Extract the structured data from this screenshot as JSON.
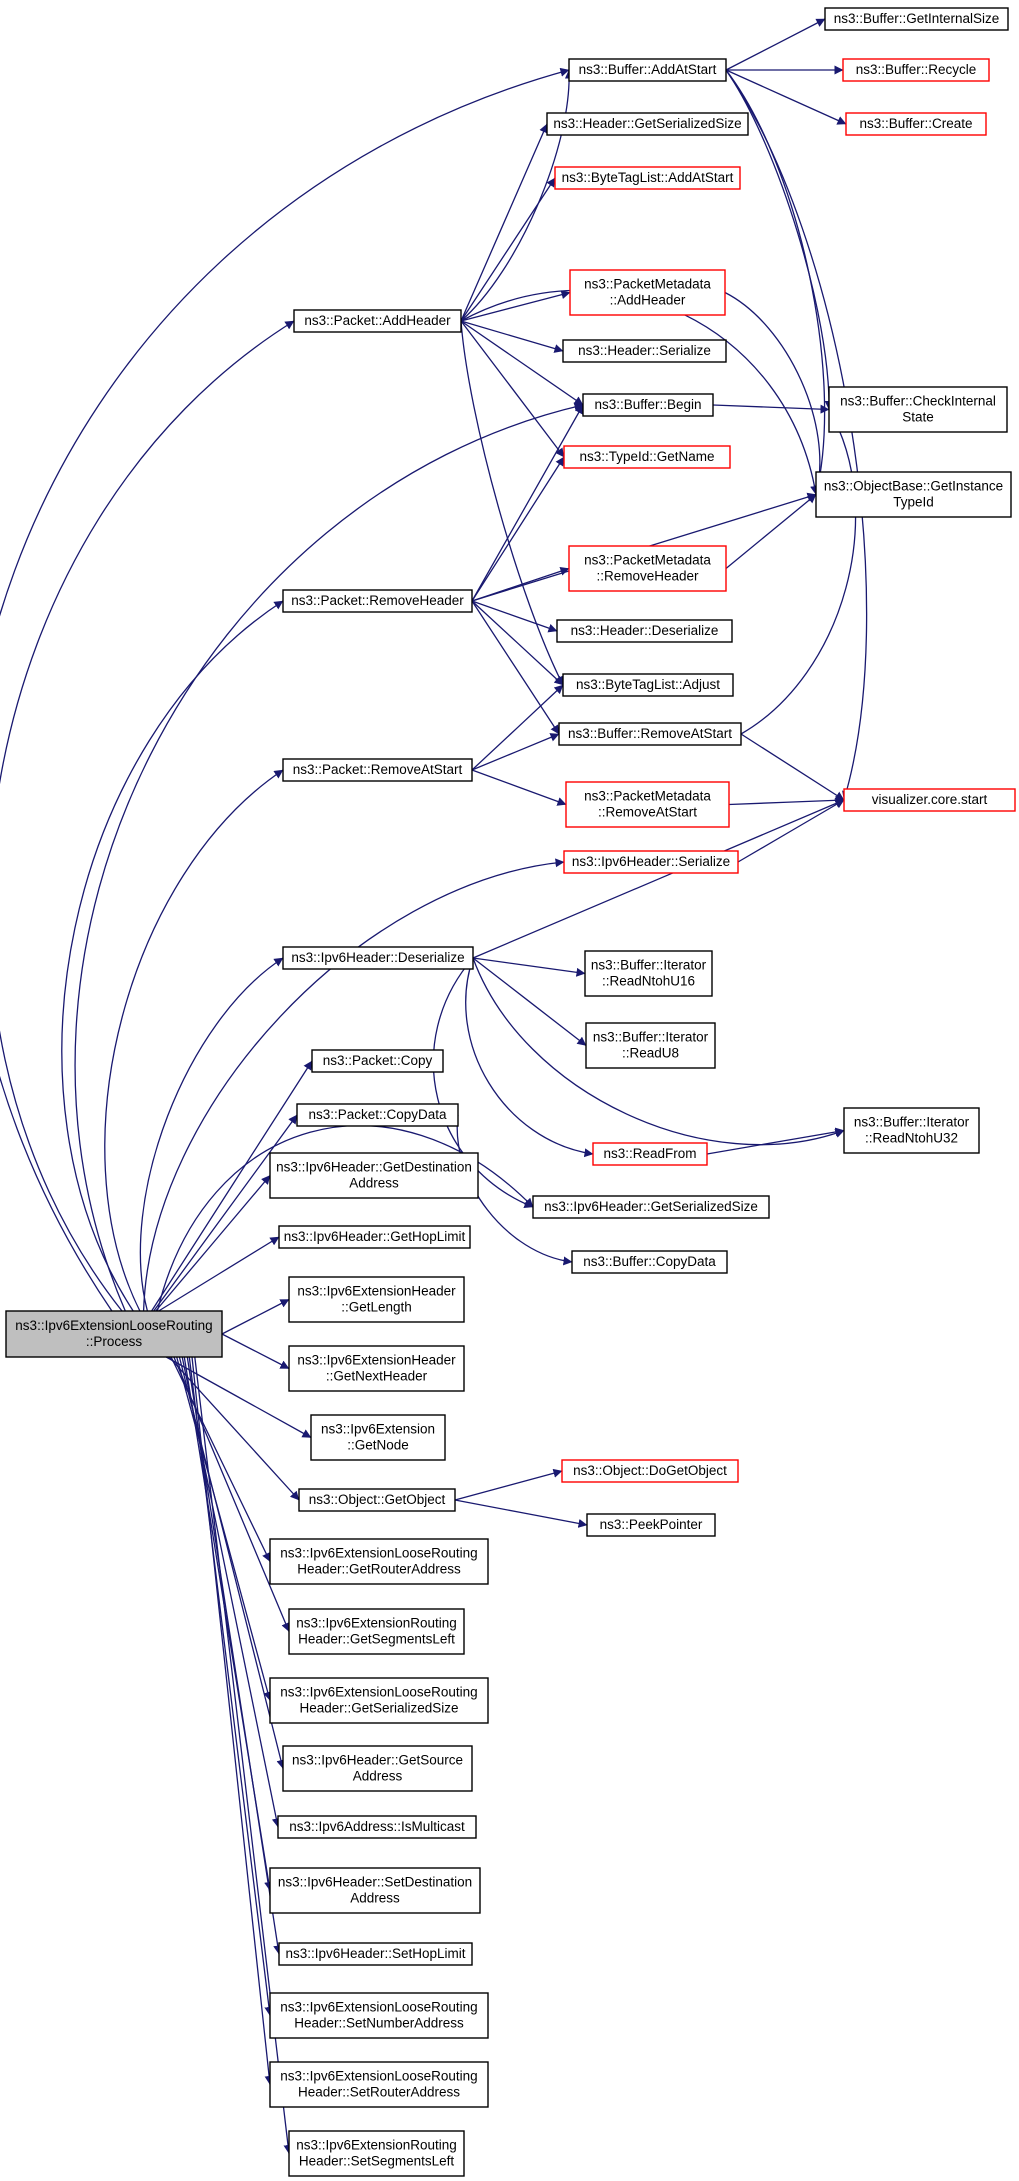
{
  "colors": {
    "edge": "#191970",
    "node_border": "#000000",
    "node_border_truncated": "#ff0000",
    "root_fill": "#bfbfbf",
    "node_fill": "#ffffff"
  },
  "nodes": [
    {
      "id": "root",
      "lines": [
        "ns3::Ipv6ExtensionLooseRouting",
        "::Process"
      ],
      "style": "root"
    },
    {
      "id": "buf_addatstart",
      "lines": [
        "ns3::Buffer::AddAtStart"
      ],
      "style": "normal"
    },
    {
      "id": "buf_getinternalsize",
      "lines": [
        "ns3::Buffer::GetInternalSize"
      ],
      "style": "normal"
    },
    {
      "id": "buf_recycle",
      "lines": [
        "ns3::Buffer::Recycle"
      ],
      "style": "truncated"
    },
    {
      "id": "buf_create",
      "lines": [
        "ns3::Buffer::Create"
      ],
      "style": "truncated"
    },
    {
      "id": "hdr_getserializedsize",
      "lines": [
        "ns3::Header::GetSerializedSize"
      ],
      "style": "normal"
    },
    {
      "id": "btl_addatstart",
      "lines": [
        "ns3::ByteTagList::AddAtStart"
      ],
      "style": "truncated"
    },
    {
      "id": "pkt_addheader",
      "lines": [
        "ns3::Packet::AddHeader"
      ],
      "style": "normal"
    },
    {
      "id": "pm_addheader",
      "lines": [
        "ns3::PacketMetadata",
        "::AddHeader"
      ],
      "style": "truncated"
    },
    {
      "id": "hdr_serialize",
      "lines": [
        "ns3::Header::Serialize"
      ],
      "style": "normal"
    },
    {
      "id": "buf_begin",
      "lines": [
        "ns3::Buffer::Begin"
      ],
      "style": "normal"
    },
    {
      "id": "buf_checkinternalstate",
      "lines": [
        "ns3::Buffer::CheckInternal",
        "State"
      ],
      "style": "normal"
    },
    {
      "id": "typeid_getname",
      "lines": [
        "ns3::TypeId::GetName"
      ],
      "style": "truncated"
    },
    {
      "id": "objbase_getinstancetypeid",
      "lines": [
        "ns3::ObjectBase::GetInstance",
        "TypeId"
      ],
      "style": "normal"
    },
    {
      "id": "pm_removeheader",
      "lines": [
        "ns3::PacketMetadata",
        "::RemoveHeader"
      ],
      "style": "truncated"
    },
    {
      "id": "pkt_removeheader",
      "lines": [
        "ns3::Packet::RemoveHeader"
      ],
      "style": "normal"
    },
    {
      "id": "hdr_deserialize",
      "lines": [
        "ns3::Header::Deserialize"
      ],
      "style": "normal"
    },
    {
      "id": "btl_adjust",
      "lines": [
        "ns3::ByteTagList::Adjust"
      ],
      "style": "normal"
    },
    {
      "id": "buf_removeatstart",
      "lines": [
        "ns3::Buffer::RemoveAtStart"
      ],
      "style": "normal"
    },
    {
      "id": "pkt_removeatstart",
      "lines": [
        "ns3::Packet::RemoveAtStart"
      ],
      "style": "normal"
    },
    {
      "id": "pm_removeatstart",
      "lines": [
        "ns3::PacketMetadata",
        "::RemoveAtStart"
      ],
      "style": "truncated"
    },
    {
      "id": "vis_start",
      "lines": [
        "visualizer.core.start"
      ],
      "style": "truncated"
    },
    {
      "id": "ipv6hdr_serialize",
      "lines": [
        "ns3::Ipv6Header::Serialize"
      ],
      "style": "truncated"
    },
    {
      "id": "ipv6hdr_deserialize",
      "lines": [
        "ns3::Ipv6Header::Deserialize"
      ],
      "style": "normal"
    },
    {
      "id": "it_readntohu16",
      "lines": [
        "ns3::Buffer::Iterator",
        "::ReadNtohU16"
      ],
      "style": "normal"
    },
    {
      "id": "it_readu8",
      "lines": [
        "ns3::Buffer::Iterator",
        "::ReadU8"
      ],
      "style": "normal"
    },
    {
      "id": "pkt_copy",
      "lines": [
        "ns3::Packet::Copy"
      ],
      "style": "normal"
    },
    {
      "id": "it_readntohu32",
      "lines": [
        "ns3::Buffer::Iterator",
        "::ReadNtohU32"
      ],
      "style": "normal"
    },
    {
      "id": "pkt_copydata",
      "lines": [
        "ns3::Packet::CopyData"
      ],
      "style": "normal"
    },
    {
      "id": "readfrom",
      "lines": [
        "ns3::ReadFrom"
      ],
      "style": "truncated"
    },
    {
      "id": "ipv6hdr_getdestaddr",
      "lines": [
        "ns3::Ipv6Header::GetDestination",
        "Address"
      ],
      "style": "normal"
    },
    {
      "id": "ipv6hdr_getserializedsize",
      "lines": [
        "ns3::Ipv6Header::GetSerializedSize"
      ],
      "style": "normal"
    },
    {
      "id": "buf_copydata",
      "lines": [
        "ns3::Buffer::CopyData"
      ],
      "style": "normal"
    },
    {
      "id": "ipv6hdr_gethoplimit",
      "lines": [
        "ns3::Ipv6Header::GetHopLimit"
      ],
      "style": "normal"
    },
    {
      "id": "exthdr_getlength",
      "lines": [
        "ns3::Ipv6ExtensionHeader",
        "::GetLength"
      ],
      "style": "normal"
    },
    {
      "id": "exthdr_getnextheader",
      "lines": [
        "ns3::Ipv6ExtensionHeader",
        "::GetNextHeader"
      ],
      "style": "normal"
    },
    {
      "id": "ext_getnode",
      "lines": [
        "ns3::Ipv6Extension",
        "::GetNode"
      ],
      "style": "normal"
    },
    {
      "id": "obj_getobject",
      "lines": [
        "ns3::Object::GetObject"
      ],
      "style": "normal"
    },
    {
      "id": "obj_dogetobject",
      "lines": [
        "ns3::Object::DoGetObject"
      ],
      "style": "truncated"
    },
    {
      "id": "peekpointer",
      "lines": [
        "ns3::PeekPointer"
      ],
      "style": "normal"
    },
    {
      "id": "lrh_getrouteraddress",
      "lines": [
        "ns3::Ipv6ExtensionLooseRouting",
        "Header::GetRouterAddress"
      ],
      "style": "normal"
    },
    {
      "id": "rh_getsegmentsleft",
      "lines": [
        "ns3::Ipv6ExtensionRouting",
        "Header::GetSegmentsLeft"
      ],
      "style": "normal"
    },
    {
      "id": "lrh_getserializedsize",
      "lines": [
        "ns3::Ipv6ExtensionLooseRouting",
        "Header::GetSerializedSize"
      ],
      "style": "normal"
    },
    {
      "id": "ipv6hdr_getsourceaddr",
      "lines": [
        "ns3::Ipv6Header::GetSource",
        "Address"
      ],
      "style": "normal"
    },
    {
      "id": "ipv6addr_ismulticast",
      "lines": [
        "ns3::Ipv6Address::IsMulticast"
      ],
      "style": "normal"
    },
    {
      "id": "ipv6hdr_setdestaddr",
      "lines": [
        "ns3::Ipv6Header::SetDestination",
        "Address"
      ],
      "style": "normal"
    },
    {
      "id": "ipv6hdr_sethoplimit",
      "lines": [
        "ns3::Ipv6Header::SetHopLimit"
      ],
      "style": "normal"
    },
    {
      "id": "lrh_setnumberaddress",
      "lines": [
        "ns3::Ipv6ExtensionLooseRouting",
        "Header::SetNumberAddress"
      ],
      "style": "normal"
    },
    {
      "id": "lrh_setrouteraddress",
      "lines": [
        "ns3::Ipv6ExtensionLooseRouting",
        "Header::SetRouterAddress"
      ],
      "style": "normal"
    },
    {
      "id": "rh_setsegmentsleft",
      "lines": [
        "ns3::Ipv6ExtensionRouting",
        "Header::SetSegmentsLeft"
      ],
      "style": "normal"
    }
  ],
  "edges": [
    [
      "root",
      "buf_addatstart"
    ],
    [
      "root",
      "pkt_addheader"
    ],
    [
      "root",
      "buf_begin"
    ],
    [
      "root",
      "pkt_removeheader"
    ],
    [
      "root",
      "pkt_removeatstart"
    ],
    [
      "root",
      "ipv6hdr_serialize"
    ],
    [
      "root",
      "ipv6hdr_deserialize"
    ],
    [
      "root",
      "pkt_copy"
    ],
    [
      "root",
      "pkt_copydata"
    ],
    [
      "root",
      "ipv6hdr_getdestaddr"
    ],
    [
      "root",
      "ipv6hdr_gethoplimit"
    ],
    [
      "root",
      "exthdr_getlength"
    ],
    [
      "root",
      "exthdr_getnextheader"
    ],
    [
      "root",
      "ext_getnode"
    ],
    [
      "root",
      "obj_getobject"
    ],
    [
      "root",
      "lrh_getrouteraddress"
    ],
    [
      "root",
      "rh_getsegmentsleft"
    ],
    [
      "root",
      "lrh_getserializedsize"
    ],
    [
      "root",
      "ipv6hdr_getsourceaddr"
    ],
    [
      "root",
      "ipv6addr_ismulticast"
    ],
    [
      "root",
      "ipv6hdr_setdestaddr"
    ],
    [
      "root",
      "ipv6hdr_sethoplimit"
    ],
    [
      "root",
      "lrh_setnumberaddress"
    ],
    [
      "root",
      "lrh_setrouteraddress"
    ],
    [
      "root",
      "rh_setsegmentsleft"
    ],
    [
      "root",
      "ipv6hdr_getserializedsize"
    ],
    [
      "buf_addatstart",
      "buf_getinternalsize"
    ],
    [
      "buf_addatstart",
      "buf_recycle"
    ],
    [
      "buf_addatstart",
      "buf_create"
    ],
    [
      "buf_addatstart",
      "buf_checkinternalstate"
    ],
    [
      "buf_addatstart",
      "objbase_getinstancetypeid"
    ],
    [
      "buf_addatstart",
      "vis_start"
    ],
    [
      "pkt_addheader",
      "buf_addatstart"
    ],
    [
      "pkt_addheader",
      "hdr_getserializedsize"
    ],
    [
      "pkt_addheader",
      "btl_addatstart"
    ],
    [
      "pkt_addheader",
      "pm_addheader"
    ],
    [
      "pkt_addheader",
      "hdr_serialize"
    ],
    [
      "pkt_addheader",
      "buf_begin"
    ],
    [
      "pkt_addheader",
      "typeid_getname"
    ],
    [
      "pkt_addheader",
      "btl_adjust"
    ],
    [
      "pkt_addheader",
      "objbase_getinstancetypeid"
    ],
    [
      "pm_addheader",
      "objbase_getinstancetypeid"
    ],
    [
      "buf_begin",
      "buf_checkinternalstate"
    ],
    [
      "pkt_removeheader",
      "buf_begin"
    ],
    [
      "pkt_removeheader",
      "typeid_getname"
    ],
    [
      "pkt_removeheader",
      "objbase_getinstancetypeid"
    ],
    [
      "pkt_removeheader",
      "pm_removeheader"
    ],
    [
      "pkt_removeheader",
      "hdr_deserialize"
    ],
    [
      "pkt_removeheader",
      "btl_adjust"
    ],
    [
      "pkt_removeheader",
      "buf_removeatstart"
    ],
    [
      "pm_removeheader",
      "objbase_getinstancetypeid"
    ],
    [
      "buf_removeatstart",
      "buf_checkinternalstate"
    ],
    [
      "buf_removeatstart",
      "vis_start"
    ],
    [
      "pkt_removeatstart",
      "btl_adjust"
    ],
    [
      "pkt_removeatstart",
      "buf_removeatstart"
    ],
    [
      "pkt_removeatstart",
      "pm_removeatstart"
    ],
    [
      "pm_removeatstart",
      "vis_start"
    ],
    [
      "ipv6hdr_serialize",
      "vis_start"
    ],
    [
      "ipv6hdr_deserialize",
      "vis_start"
    ],
    [
      "ipv6hdr_deserialize",
      "it_readntohu16"
    ],
    [
      "ipv6hdr_deserialize",
      "it_readu8"
    ],
    [
      "ipv6hdr_deserialize",
      "it_readntohu32"
    ],
    [
      "ipv6hdr_deserialize",
      "readfrom"
    ],
    [
      "ipv6hdr_deserialize",
      "ipv6hdr_getserializedsize"
    ],
    [
      "readfrom",
      "it_readntohu32"
    ],
    [
      "pkt_copydata",
      "buf_copydata"
    ],
    [
      "obj_getobject",
      "obj_dogetobject"
    ],
    [
      "obj_getobject",
      "peekpointer"
    ]
  ]
}
